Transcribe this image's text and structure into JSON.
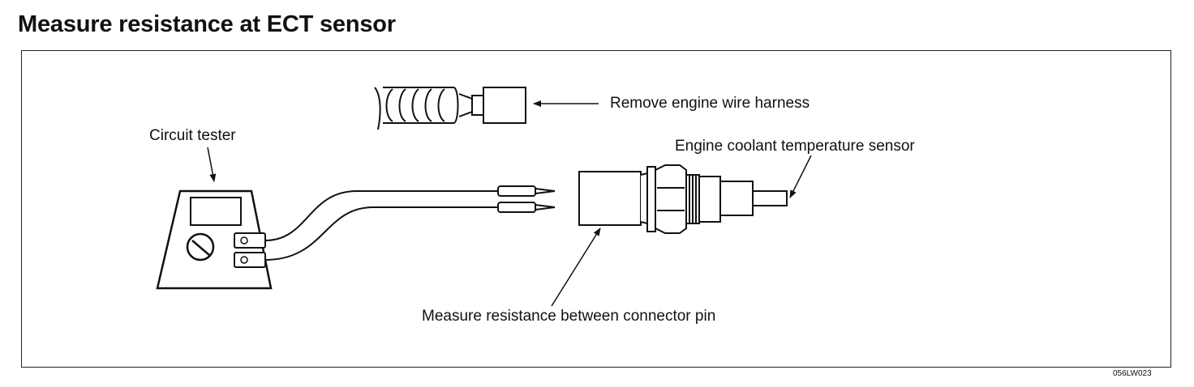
{
  "title": "Measure resistance at ECT sensor",
  "labels": {
    "harness": "Remove engine wire harness",
    "tester": "Circuit tester",
    "sensor": "Engine coolant temperature sensor",
    "measure": "Measure resistance between connector pin"
  },
  "figure_code": "056LW023"
}
